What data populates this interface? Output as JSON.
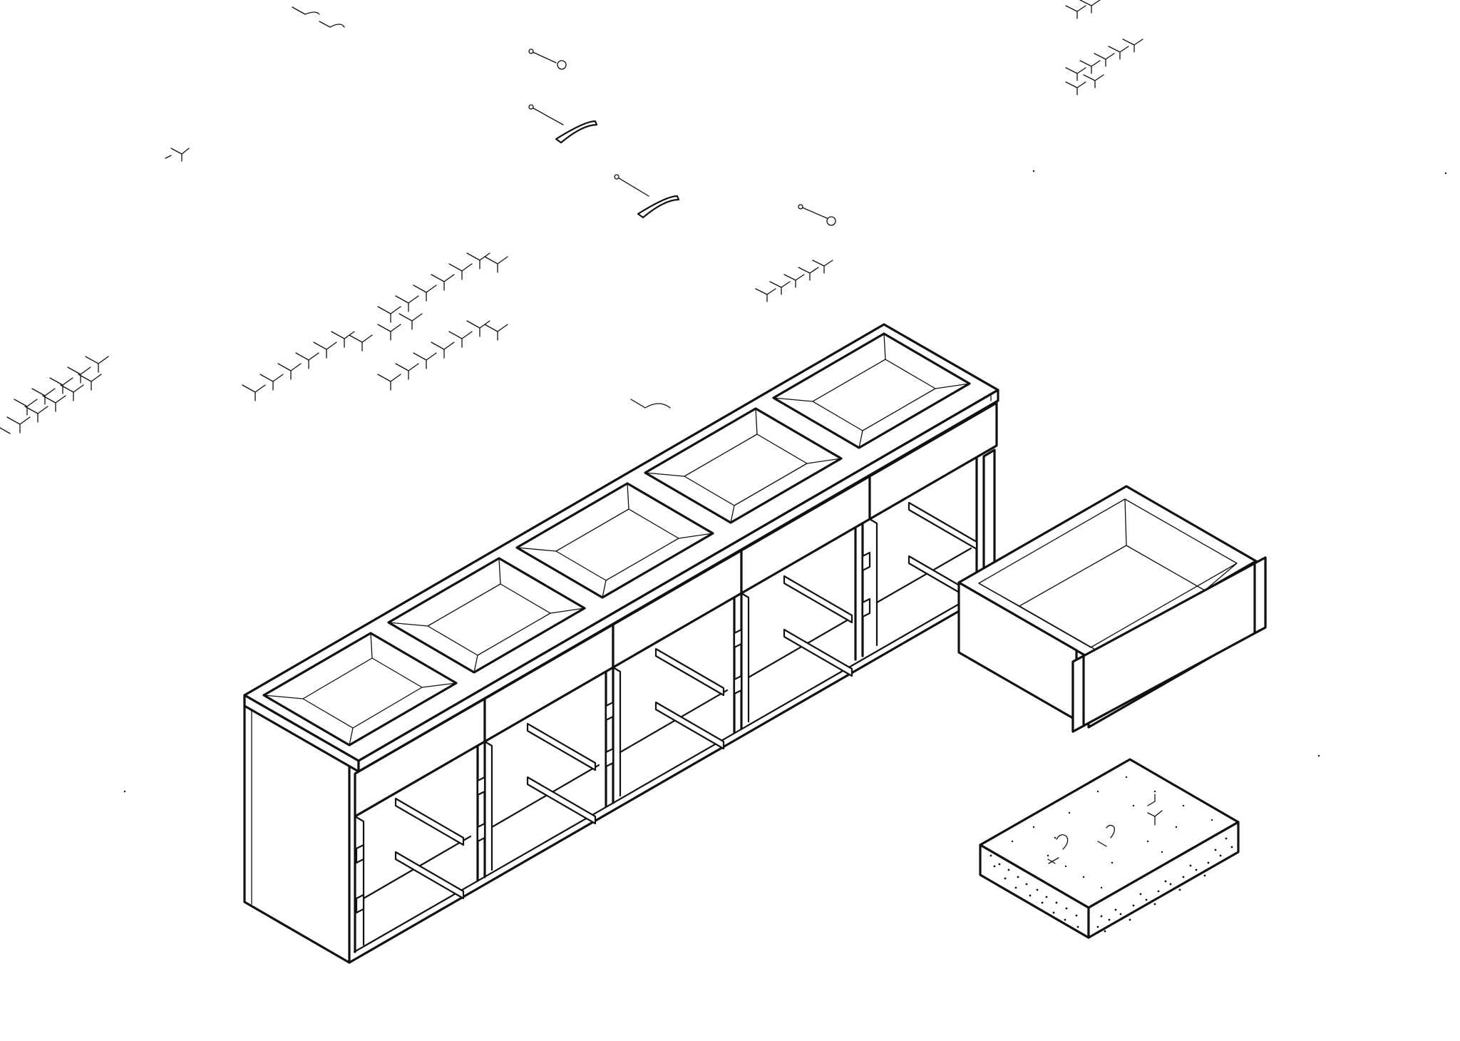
{
  "drawing": {
    "subject": "exploded-isometric-cabinet",
    "ink_color": "#111111",
    "paper_color": "#ffffff",
    "sink_bowl_count": 5,
    "door_panel_count": 4,
    "cabinet_bay_count": 5,
    "drawer_count": 1,
    "slab_count": 1,
    "hardware_icons": [
      "pin-screw-icon",
      "handle-pull-icon",
      "connector-cluster-icon",
      "stipple-texture"
    ]
  }
}
